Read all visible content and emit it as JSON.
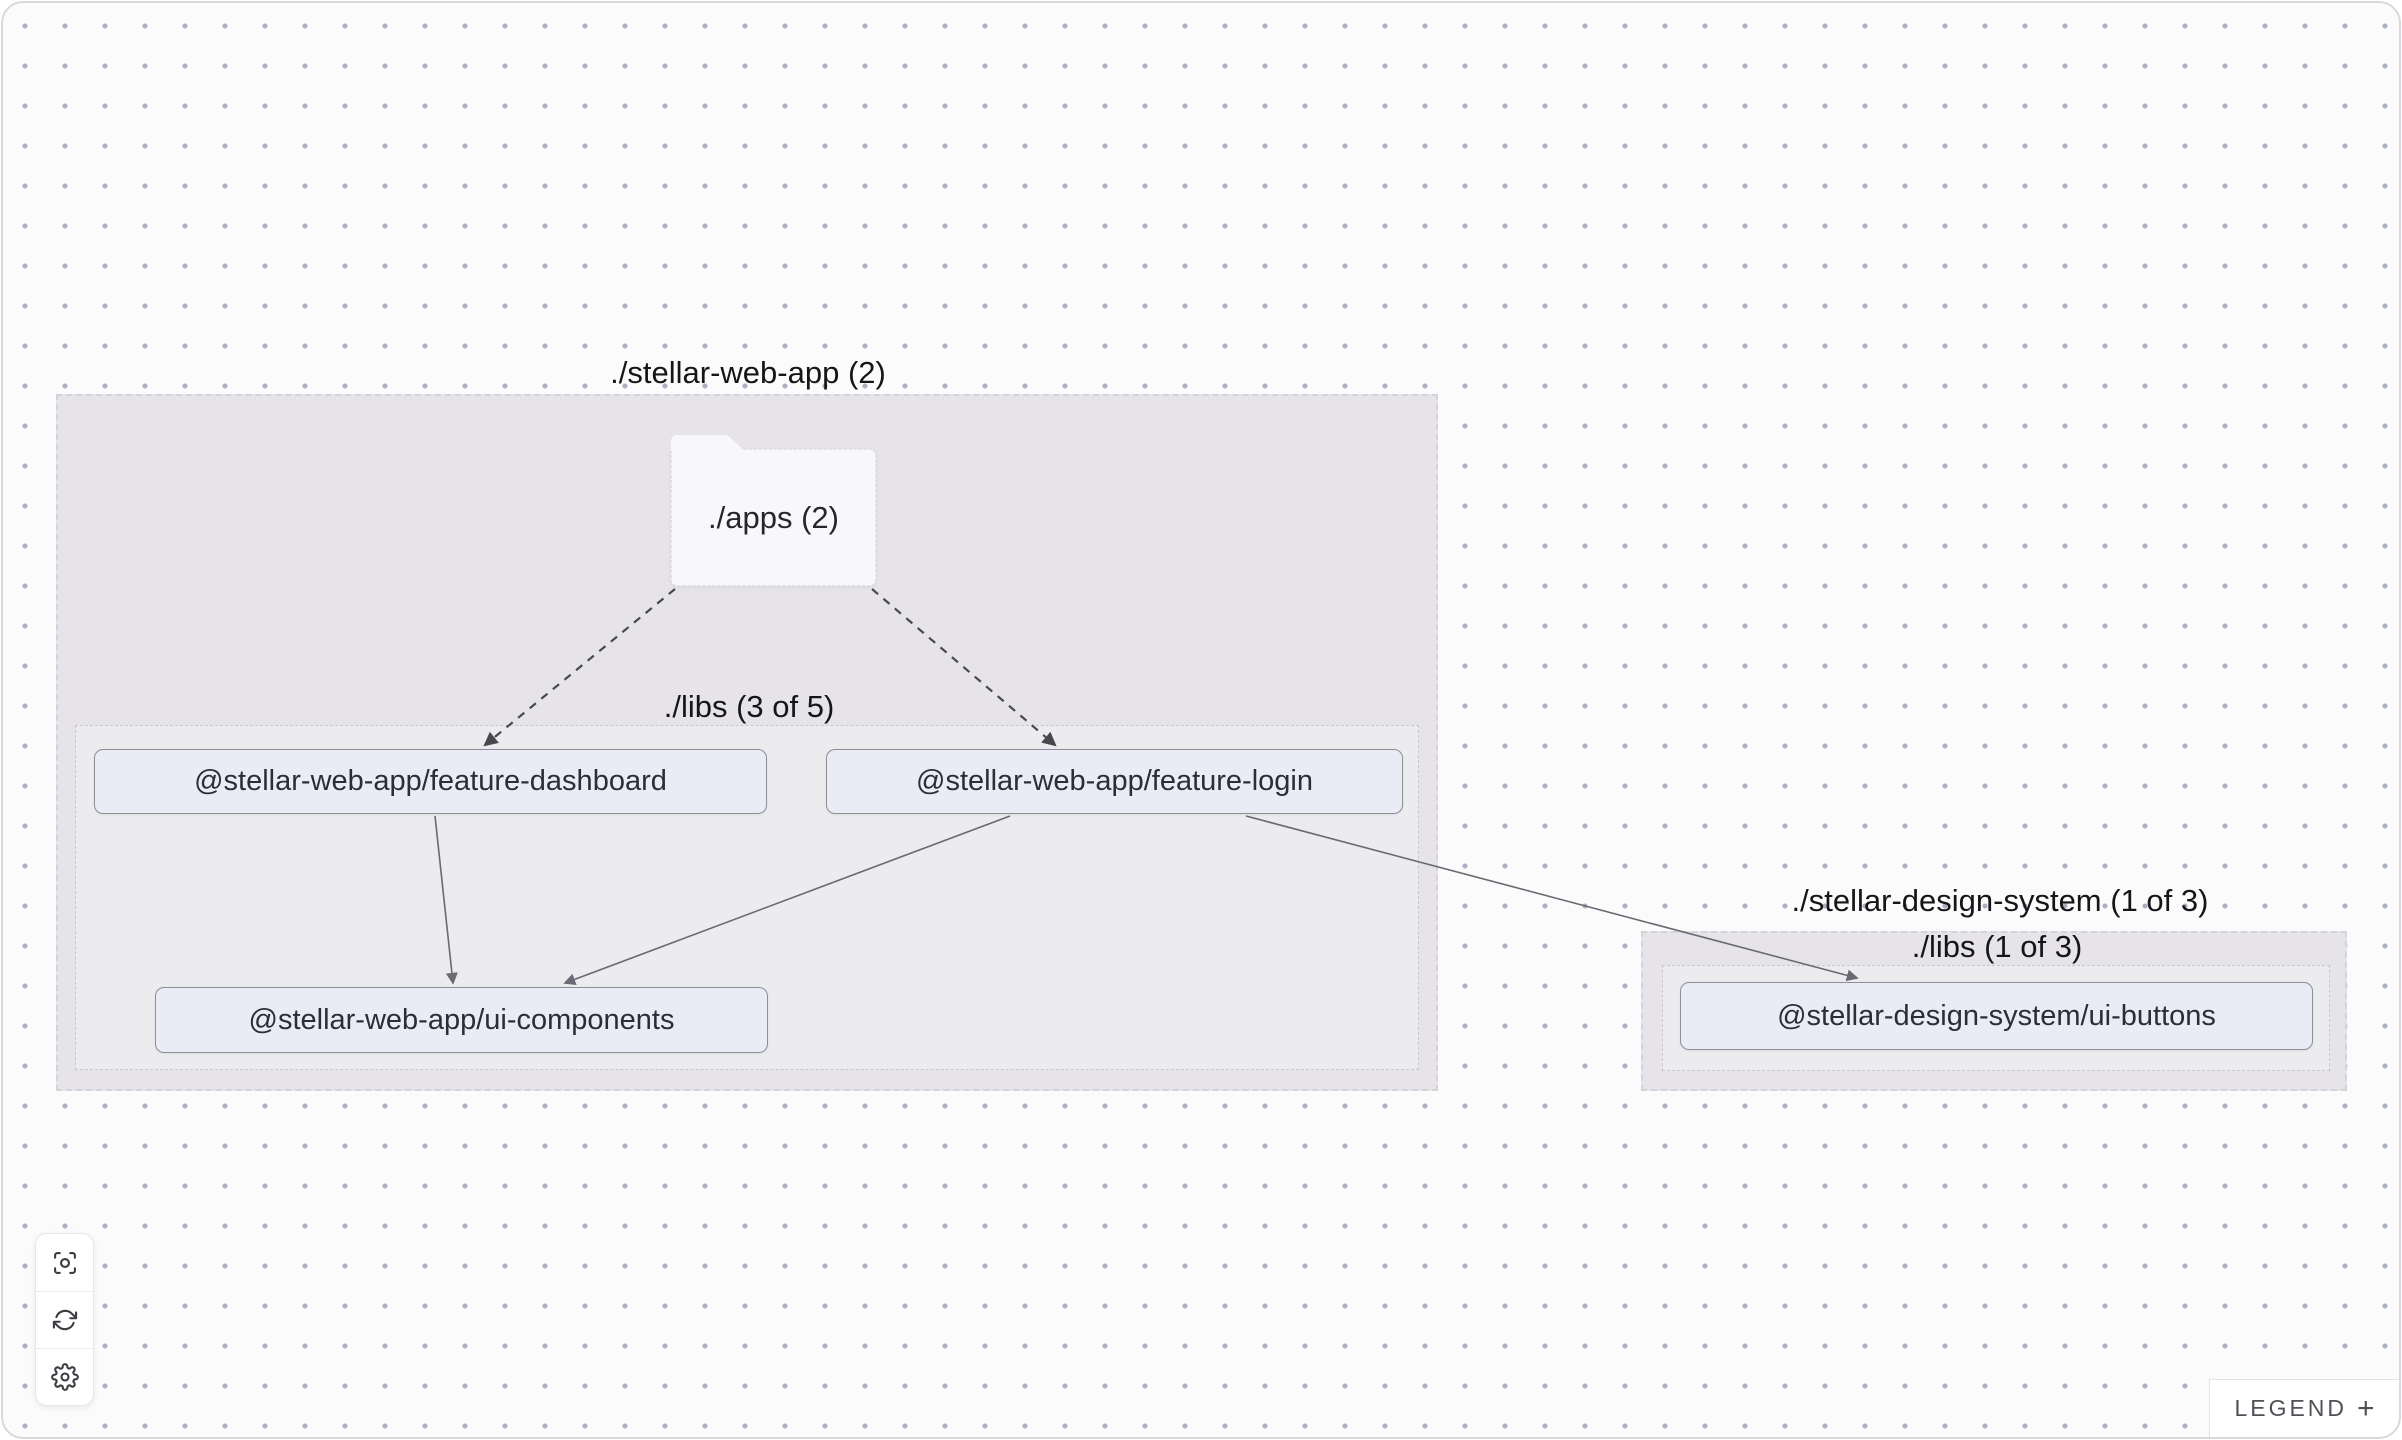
{
  "groups": {
    "web_app": {
      "label": "./stellar-web-app (2)"
    },
    "libs_left": {
      "label": "./libs (3 of 5)"
    },
    "design_system": {
      "label": "./stellar-design-system (1 of 3)"
    },
    "libs_right": {
      "label": "./libs (1 of 3)"
    }
  },
  "nodes": {
    "apps_folder": {
      "label": "./apps (2)",
      "type": "folder"
    },
    "feature_dashboard": {
      "label": "@stellar-web-app/feature-dashboard",
      "type": "project"
    },
    "feature_login": {
      "label": "@stellar-web-app/feature-login",
      "type": "project"
    },
    "ui_components": {
      "label": "@stellar-web-app/ui-components",
      "type": "project"
    },
    "ui_buttons": {
      "label": "@stellar-design-system/ui-buttons",
      "type": "project"
    }
  },
  "edges": [
    {
      "from": "apps_folder",
      "to": "feature_dashboard",
      "style": "dashed"
    },
    {
      "from": "apps_folder",
      "to": "feature_login",
      "style": "dashed"
    },
    {
      "from": "feature_dashboard",
      "to": "ui_components",
      "style": "solid"
    },
    {
      "from": "feature_login",
      "to": "ui_components",
      "style": "solid"
    },
    {
      "from": "feature_login",
      "to": "ui_buttons",
      "style": "solid"
    }
  ],
  "controls": {
    "icons": [
      "focus-icon",
      "refresh-icon",
      "gear-icon"
    ]
  },
  "legend": {
    "label": "LEGEND",
    "expand": "+"
  },
  "colors": {
    "canvas_bg": "#fcfbfc",
    "dot": "#a7b0bf",
    "group_fill": "#e6e4e9",
    "node_fill": "#e9ecf5",
    "node_border": "#8c8f98",
    "folder_fill": "#f8f7fa",
    "edge_solid": "#6a6a73",
    "edge_dashed": "#48484f",
    "label_text": "#161619"
  }
}
